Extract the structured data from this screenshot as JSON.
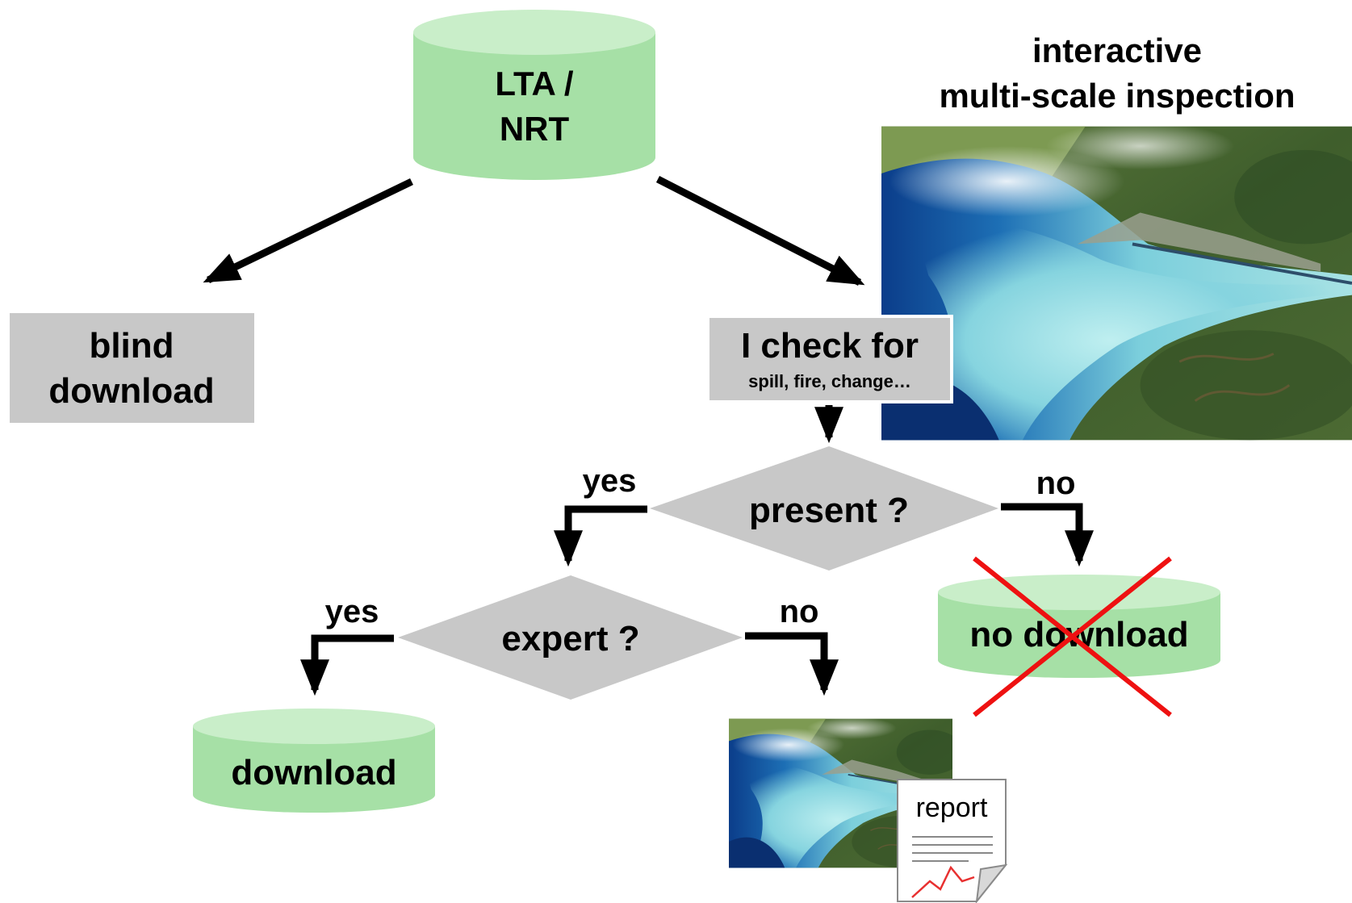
{
  "source_db": {
    "line1": "LTA /",
    "line2": "NRT"
  },
  "blind_download": {
    "line1": "blind",
    "line2": "download"
  },
  "inspection_title": {
    "line1": "interactive",
    "line2": "multi-scale inspection"
  },
  "check_box": {
    "title": "I check for",
    "subtitle": "spill, fire, change…"
  },
  "present_decision": {
    "label": "present ?",
    "yes": "yes",
    "no": "no"
  },
  "expert_decision": {
    "label": "expert ?",
    "yes": "yes",
    "no": "no"
  },
  "download_db": {
    "label": "download"
  },
  "no_download_db": {
    "label": "no download"
  },
  "report": {
    "label": "report"
  },
  "colors": {
    "db_fill": "#a6e0a6",
    "db_top": "#c9eec9",
    "box_fill": "#c8c8c8",
    "cross": "#ee1111"
  },
  "icons": {
    "satellite_image": "satellite-image",
    "report_document": "report-icon",
    "cross_mark": "cross-icon"
  }
}
